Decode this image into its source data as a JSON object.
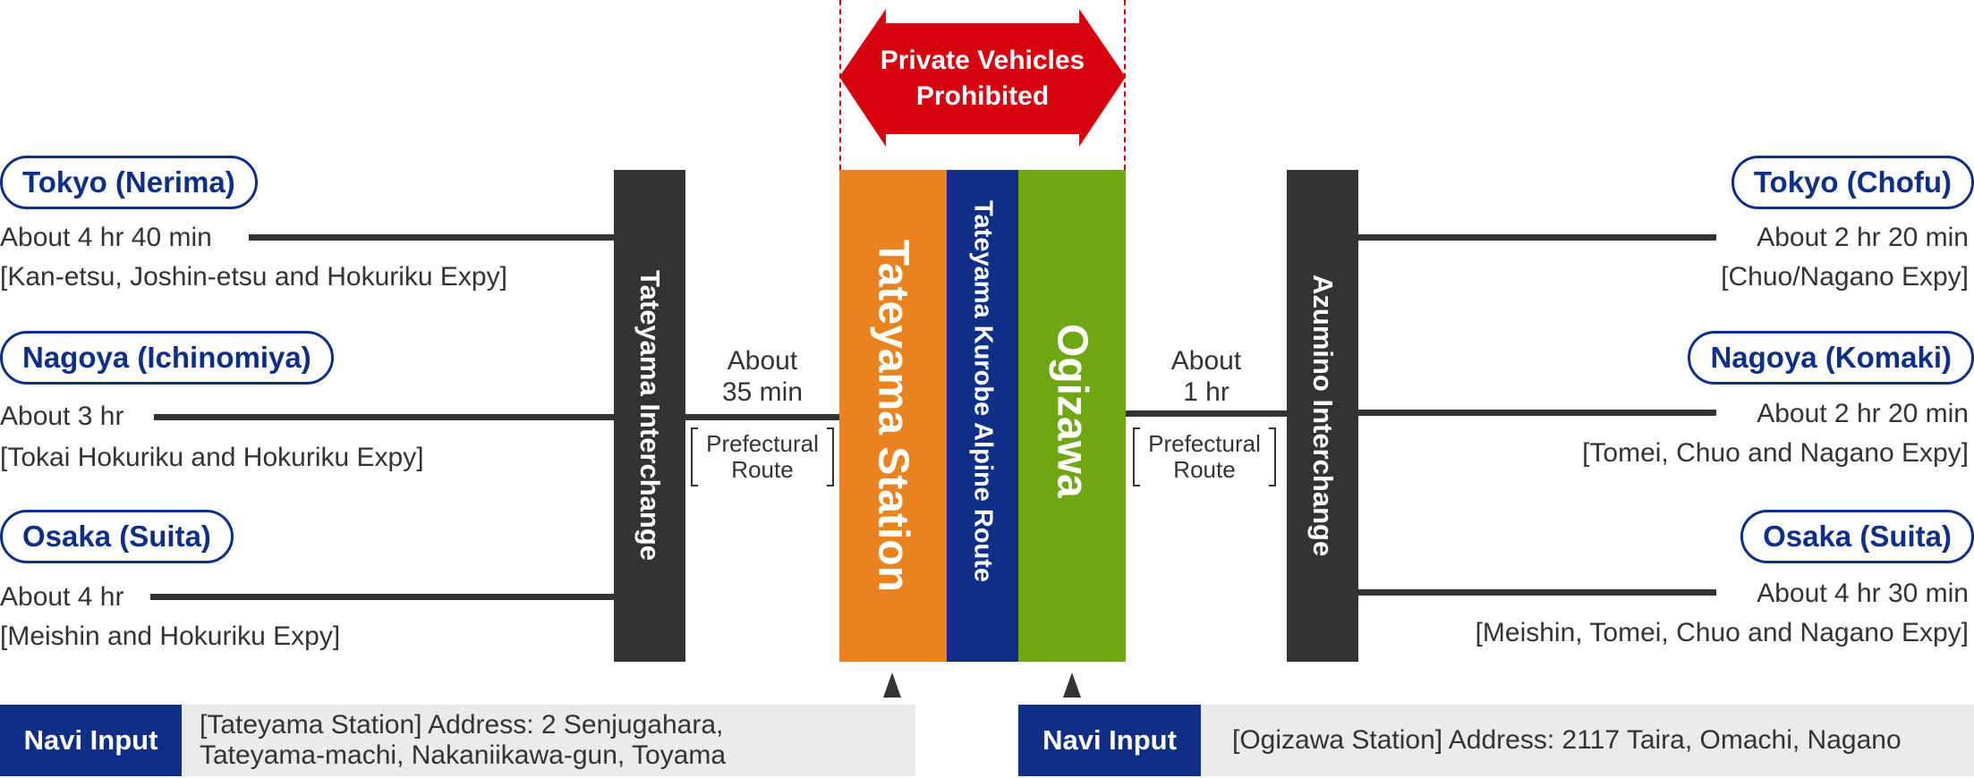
{
  "colors": {
    "navy": "#0e2f85",
    "orange": "#e8831f",
    "green": "#6fa614",
    "red": "#d7000f",
    "dark": "#333333",
    "navi_bg": "#ebebeb"
  },
  "banner": {
    "line1": "Private Vehicles",
    "line2": "Prohibited",
    "icon": "double-arrow-icon"
  },
  "west": {
    "origins": [
      {
        "name": "Tokyo (Nerima)",
        "time": "About 4 hr 40 min",
        "route": "[Kan-etsu, Joshin-etsu and Hokuriku Expy]"
      },
      {
        "name": "Nagoya (Ichinomiya)",
        "time": "About 3 hr",
        "route": "[Tokai Hokuriku and Hokuriku Expy]"
      },
      {
        "name": "Osaka (Suita)",
        "time": "About 4 hr",
        "route": "[Meishin and Hokuriku Expy]"
      }
    ],
    "interchange": "Tateyama Interchange",
    "to_station": {
      "time_line1": "About",
      "time_line2": "35 min",
      "route_line1": "Prefectural",
      "route_line2": "Route"
    }
  },
  "center": {
    "station_west": "Tateyama Station",
    "route": "Tateyama Kurobe Alpine Route",
    "station_east": "Ogizawa"
  },
  "east": {
    "origins": [
      {
        "name": "Tokyo (Chofu)",
        "time": "About 2 hr 20 min",
        "route": "[Chuo/Nagano Expy]"
      },
      {
        "name": "Nagoya (Komaki)",
        "time": "About 2 hr 20 min",
        "route": "[Tomei, Chuo and Nagano Expy]"
      },
      {
        "name": "Osaka (Suita)",
        "time": "About 4 hr 30 min",
        "route": "[Meishin, Tomei, Chuo and Nagano Expy]"
      }
    ],
    "interchange": "Azumino Interchange",
    "to_station": {
      "time_line1": "About",
      "time_line2": "1 hr",
      "route_line1": "Prefectural",
      "route_line2": "Route"
    }
  },
  "navi": [
    {
      "label": "Navi Input",
      "line1": "[Tateyama Station] Address: 2 Senjugahara,",
      "line2": "Tateyama-machi, Nakaniikawa-gun, Toyama"
    },
    {
      "label": "Navi Input",
      "line1": "[Ogizawa Station] Address: 2117 Taira, Omachi, Nagano",
      "line2": ""
    }
  ]
}
